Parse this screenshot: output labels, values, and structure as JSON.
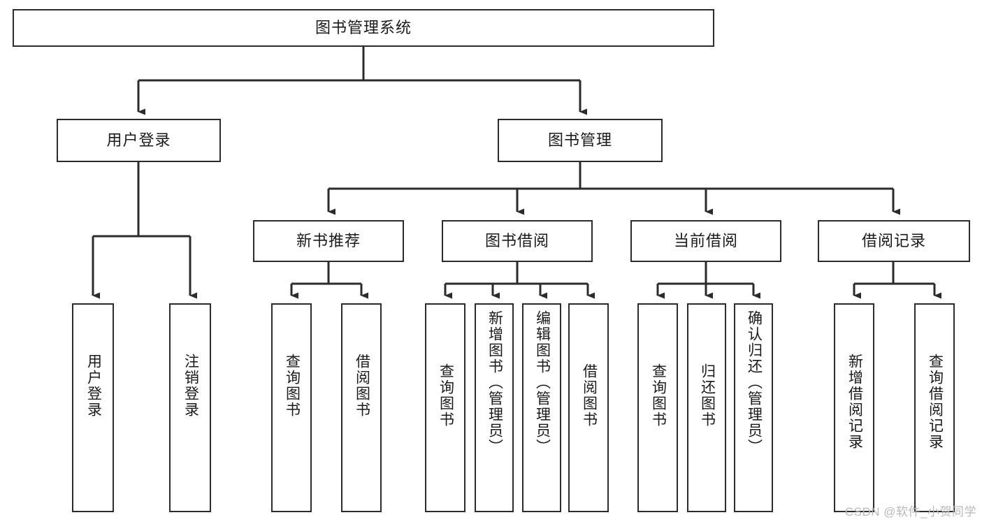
{
  "diagram": {
    "title": "图书管理系统",
    "type": "tree",
    "watermark": "CSDN @软件_小贺同学",
    "root": {
      "id": "root",
      "label": "图书管理系统",
      "orientation": "horizontal"
    },
    "level2": [
      {
        "id": "user-login",
        "label": "用户登录",
        "orientation": "horizontal"
      },
      {
        "id": "book-manage",
        "label": "图书管理",
        "orientation": "horizontal"
      }
    ],
    "level3": [
      {
        "id": "new-book-recommend",
        "label": "新书推荐",
        "orientation": "horizontal",
        "parent": "book-manage"
      },
      {
        "id": "book-borrow",
        "label": "图书借阅",
        "orientation": "horizontal",
        "parent": "book-manage"
      },
      {
        "id": "current-borrow",
        "label": "当前借阅",
        "orientation": "horizontal",
        "parent": "book-manage"
      },
      {
        "id": "borrow-record",
        "label": "借阅记录",
        "orientation": "horizontal",
        "parent": "book-manage"
      }
    ],
    "leaves": [
      {
        "id": "leaf-user-login",
        "label": "用户登录",
        "orientation": "vertical",
        "parent": "user-login"
      },
      {
        "id": "leaf-logout",
        "label": "注销登录",
        "orientation": "vertical",
        "parent": "user-login"
      },
      {
        "id": "leaf-query-book-1",
        "label": "查询图书",
        "orientation": "vertical",
        "parent": "new-book-recommend"
      },
      {
        "id": "leaf-borrow-book-1",
        "label": "借阅图书",
        "orientation": "vertical",
        "parent": "new-book-recommend"
      },
      {
        "id": "leaf-query-book-2",
        "label": "查询图书",
        "orientation": "vertical",
        "parent": "book-borrow"
      },
      {
        "id": "leaf-add-book",
        "label": "新增图书（管理员）",
        "orientation": "vertical",
        "parent": "book-borrow"
      },
      {
        "id": "leaf-edit-book",
        "label": "编辑图书（管理员）",
        "orientation": "vertical",
        "parent": "book-borrow"
      },
      {
        "id": "leaf-borrow-book-2",
        "label": "借阅图书",
        "orientation": "vertical",
        "parent": "book-borrow"
      },
      {
        "id": "leaf-query-book-3",
        "label": "查询图书",
        "orientation": "vertical",
        "parent": "current-borrow"
      },
      {
        "id": "leaf-return-book",
        "label": "归还图书",
        "orientation": "vertical",
        "parent": "current-borrow"
      },
      {
        "id": "leaf-confirm-return",
        "label": "确认归还（管理员）",
        "orientation": "vertical",
        "parent": "current-borrow"
      },
      {
        "id": "leaf-add-record",
        "label": "新增借阅记录",
        "orientation": "vertical",
        "parent": "borrow-record"
      },
      {
        "id": "leaf-query-record",
        "label": "查询借阅记录",
        "orientation": "vertical",
        "parent": "borrow-record"
      }
    ],
    "colors": {
      "stroke": "#2b2b2b",
      "fill": "#ffffff",
      "text": "#1a1a1a",
      "watermark": "#b9b9b9"
    }
  }
}
